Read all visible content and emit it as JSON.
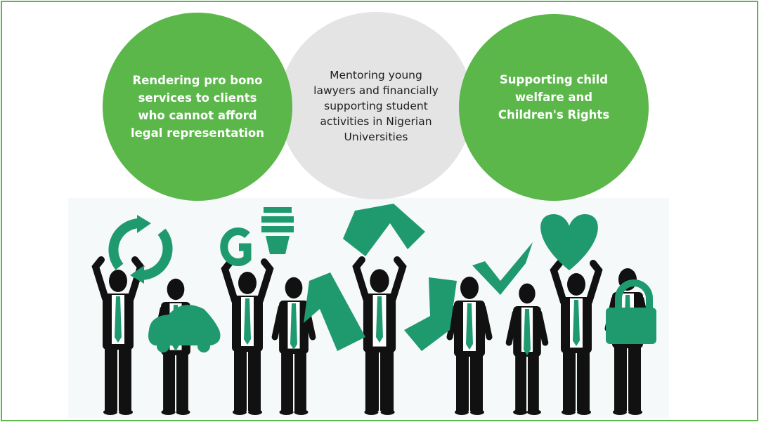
{
  "circles": {
    "left": "Rendering pro bono services to clients who cannot afford legal representation",
    "middle": "Mentoring young lawyers and financially supporting student activities in Nigerian Universities",
    "right": "Supporting child welfare and Children's Rights"
  },
  "colors": {
    "brand_green": "#5bb74a",
    "icon_green": "#1f9a6e",
    "circle_grey": "#e4e4e5",
    "silhouette": "#111111"
  },
  "illustration": {
    "icons": [
      "recycle-circle-icon",
      "g-letter-icon",
      "light-bulb-icon",
      "car-icon",
      "recycle-arrows-icon",
      "check-icon",
      "heart-icon",
      "lock-icon"
    ]
  }
}
